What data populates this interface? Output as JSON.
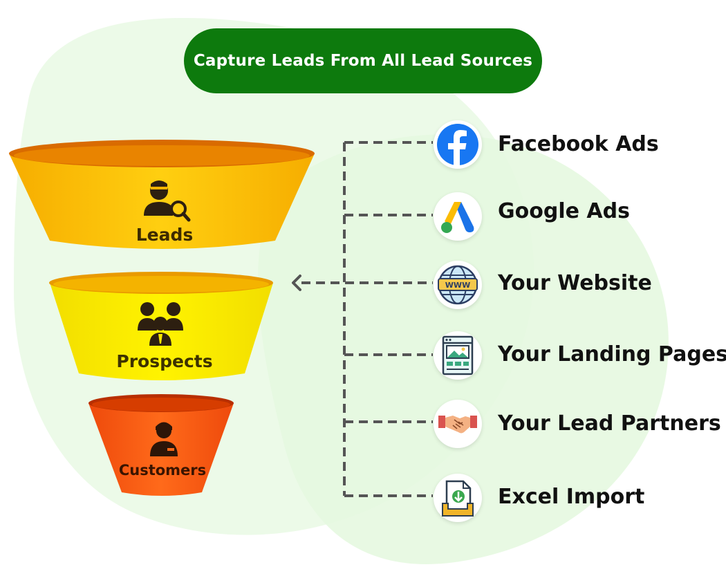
{
  "title": "Capture Leads From All Lead Sources",
  "funnel": [
    {
      "label": "Leads",
      "icon": "user-search-icon"
    },
    {
      "label": "Prospects",
      "icon": "group-icon"
    },
    {
      "label": "Customers",
      "icon": "customer-icon"
    }
  ],
  "sources": [
    {
      "label": "Facebook Ads",
      "icon": "facebook-icon"
    },
    {
      "label": "Google Ads",
      "icon": "google-ads-icon"
    },
    {
      "label": "Your Website",
      "icon": "globe-www-icon"
    },
    {
      "label": "Your Landing Pages",
      "icon": "landing-page-icon"
    },
    {
      "label": "Your Lead Partners",
      "icon": "handshake-icon"
    },
    {
      "label": "Excel Import",
      "icon": "excel-import-icon"
    }
  ],
  "colors": {
    "title_bg": "#0d7a0d",
    "leads": "#f5b400",
    "prospects": "#f6e600",
    "customers": "#f25a12",
    "background_blob": "#ebf9e6",
    "dash_line": "#555555"
  }
}
